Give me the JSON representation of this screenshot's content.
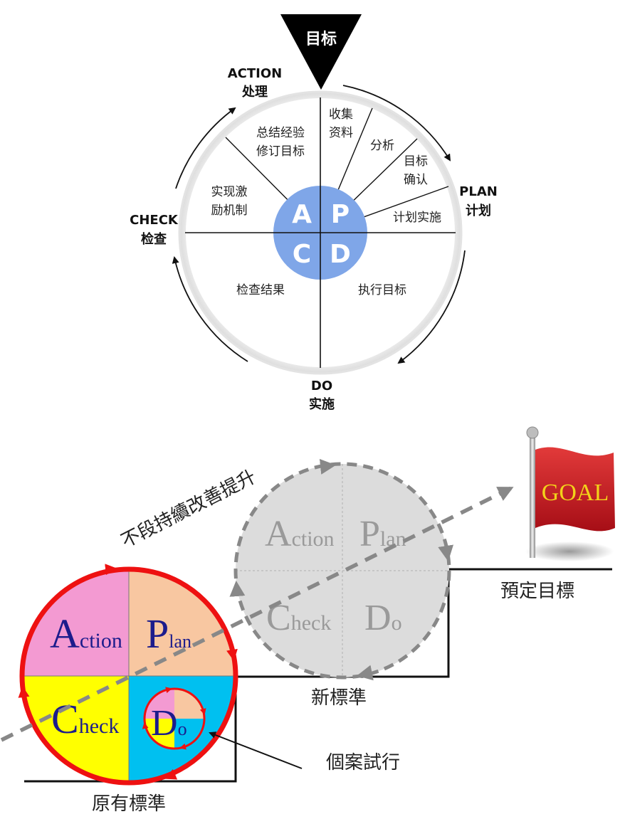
{
  "top_diagram": {
    "goal_label": "目标",
    "stages": {
      "action": {
        "en": "ACTION",
        "zh": "处理"
      },
      "plan": {
        "en": "PLAN",
        "zh": "计划"
      },
      "do": {
        "en": "DO",
        "zh": "实施"
      },
      "check": {
        "en": "CHECK",
        "zh": "检查"
      }
    },
    "center_letters": {
      "a": "A",
      "p": "P",
      "c": "C",
      "d": "D"
    },
    "segments": {
      "summarize_line1": "总结经验",
      "summarize_line2": "修订目标",
      "incentive_line1": "实现激",
      "incentive_line2": "励机制",
      "collect_line1": "收集",
      "collect_line2": "资料",
      "analyze": "分析",
      "confirm_line1": "目标",
      "confirm_line2": "确认",
      "plan_impl": "计划实施",
      "check_result": "检查结果",
      "execute_goal": "执行目标"
    },
    "colors": {
      "center": "#7fa6e8",
      "goal_triangle": "#000000",
      "ring_fill": "#ffffff",
      "ring_border": "#e3e3e3"
    }
  },
  "bottom_diagram": {
    "improve_label": "不段持續改善提升",
    "goal_flag": "GOAL",
    "new_circle": {
      "action": {
        "cap": "A",
        "rest": "ction"
      },
      "plan": {
        "cap": "P",
        "rest": "lan"
      },
      "check": {
        "cap": "C",
        "rest": "heck"
      },
      "do": {
        "cap": "D",
        "rest": "o"
      }
    },
    "orig_circle": {
      "action": {
        "cap": "A",
        "rest": "ction"
      },
      "plan": {
        "cap": "P",
        "rest": "lan"
      },
      "check": {
        "cap": "C",
        "rest": "heck"
      },
      "do": {
        "cap": "D",
        "rest": "o"
      }
    },
    "labels": {
      "target_std": "預定目標",
      "new_std": "新標準",
      "orig_std": "原有標準",
      "pilot": "個案試行"
    },
    "colors": {
      "action": "#f39ad2",
      "plan": "#f8c7a1",
      "check": "#ffff00",
      "do": "#00c0f0",
      "ring": "#ee1111",
      "gray_circle": "#dcdcdc",
      "gray_text": "#9a9a9a",
      "letter_text": "#1c1c8c",
      "flag": "#c8141e",
      "goal_text": "#f2d21a"
    }
  }
}
